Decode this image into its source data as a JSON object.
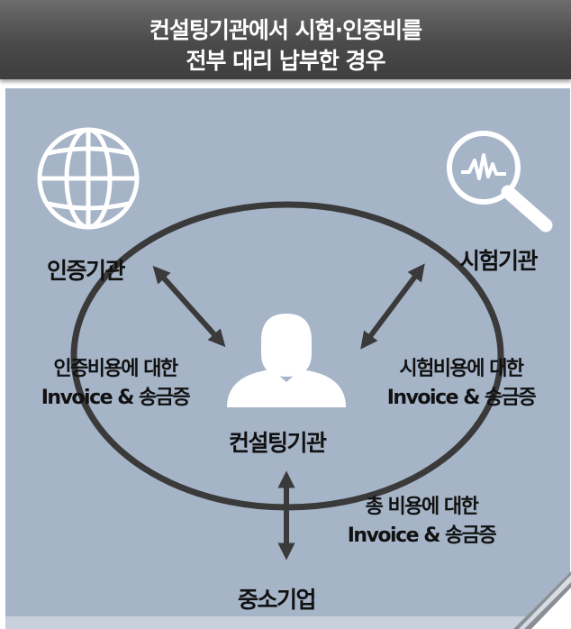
{
  "title": {
    "line1": "컨설팅기관에서 시험·인증비를",
    "line2": "전부 대리 납부한 경우"
  },
  "nodes": {
    "certification": "인증기관",
    "testing": "시험기관",
    "consulting": "컨설팅기관",
    "sme": "중소기업"
  },
  "edges": {
    "certification_cost": {
      "line1": "인증비용에 대한",
      "line2": "Invoice & 송금증"
    },
    "testing_cost": {
      "line1": "시험비용에 대한",
      "line2": "Invoice & 송금증"
    },
    "total_cost": {
      "line1": "총 비용에 대한",
      "line2": "Invoice & 송금증"
    }
  },
  "icons": {
    "certification": "globe-icon",
    "testing": "magnifier-chart-icon",
    "consulting": "person-icon"
  },
  "colors": {
    "title_bar": "#4a4a4a",
    "panel": "#a6b4c8",
    "lines": "#3a3a3a",
    "icons": "#ffffff"
  }
}
